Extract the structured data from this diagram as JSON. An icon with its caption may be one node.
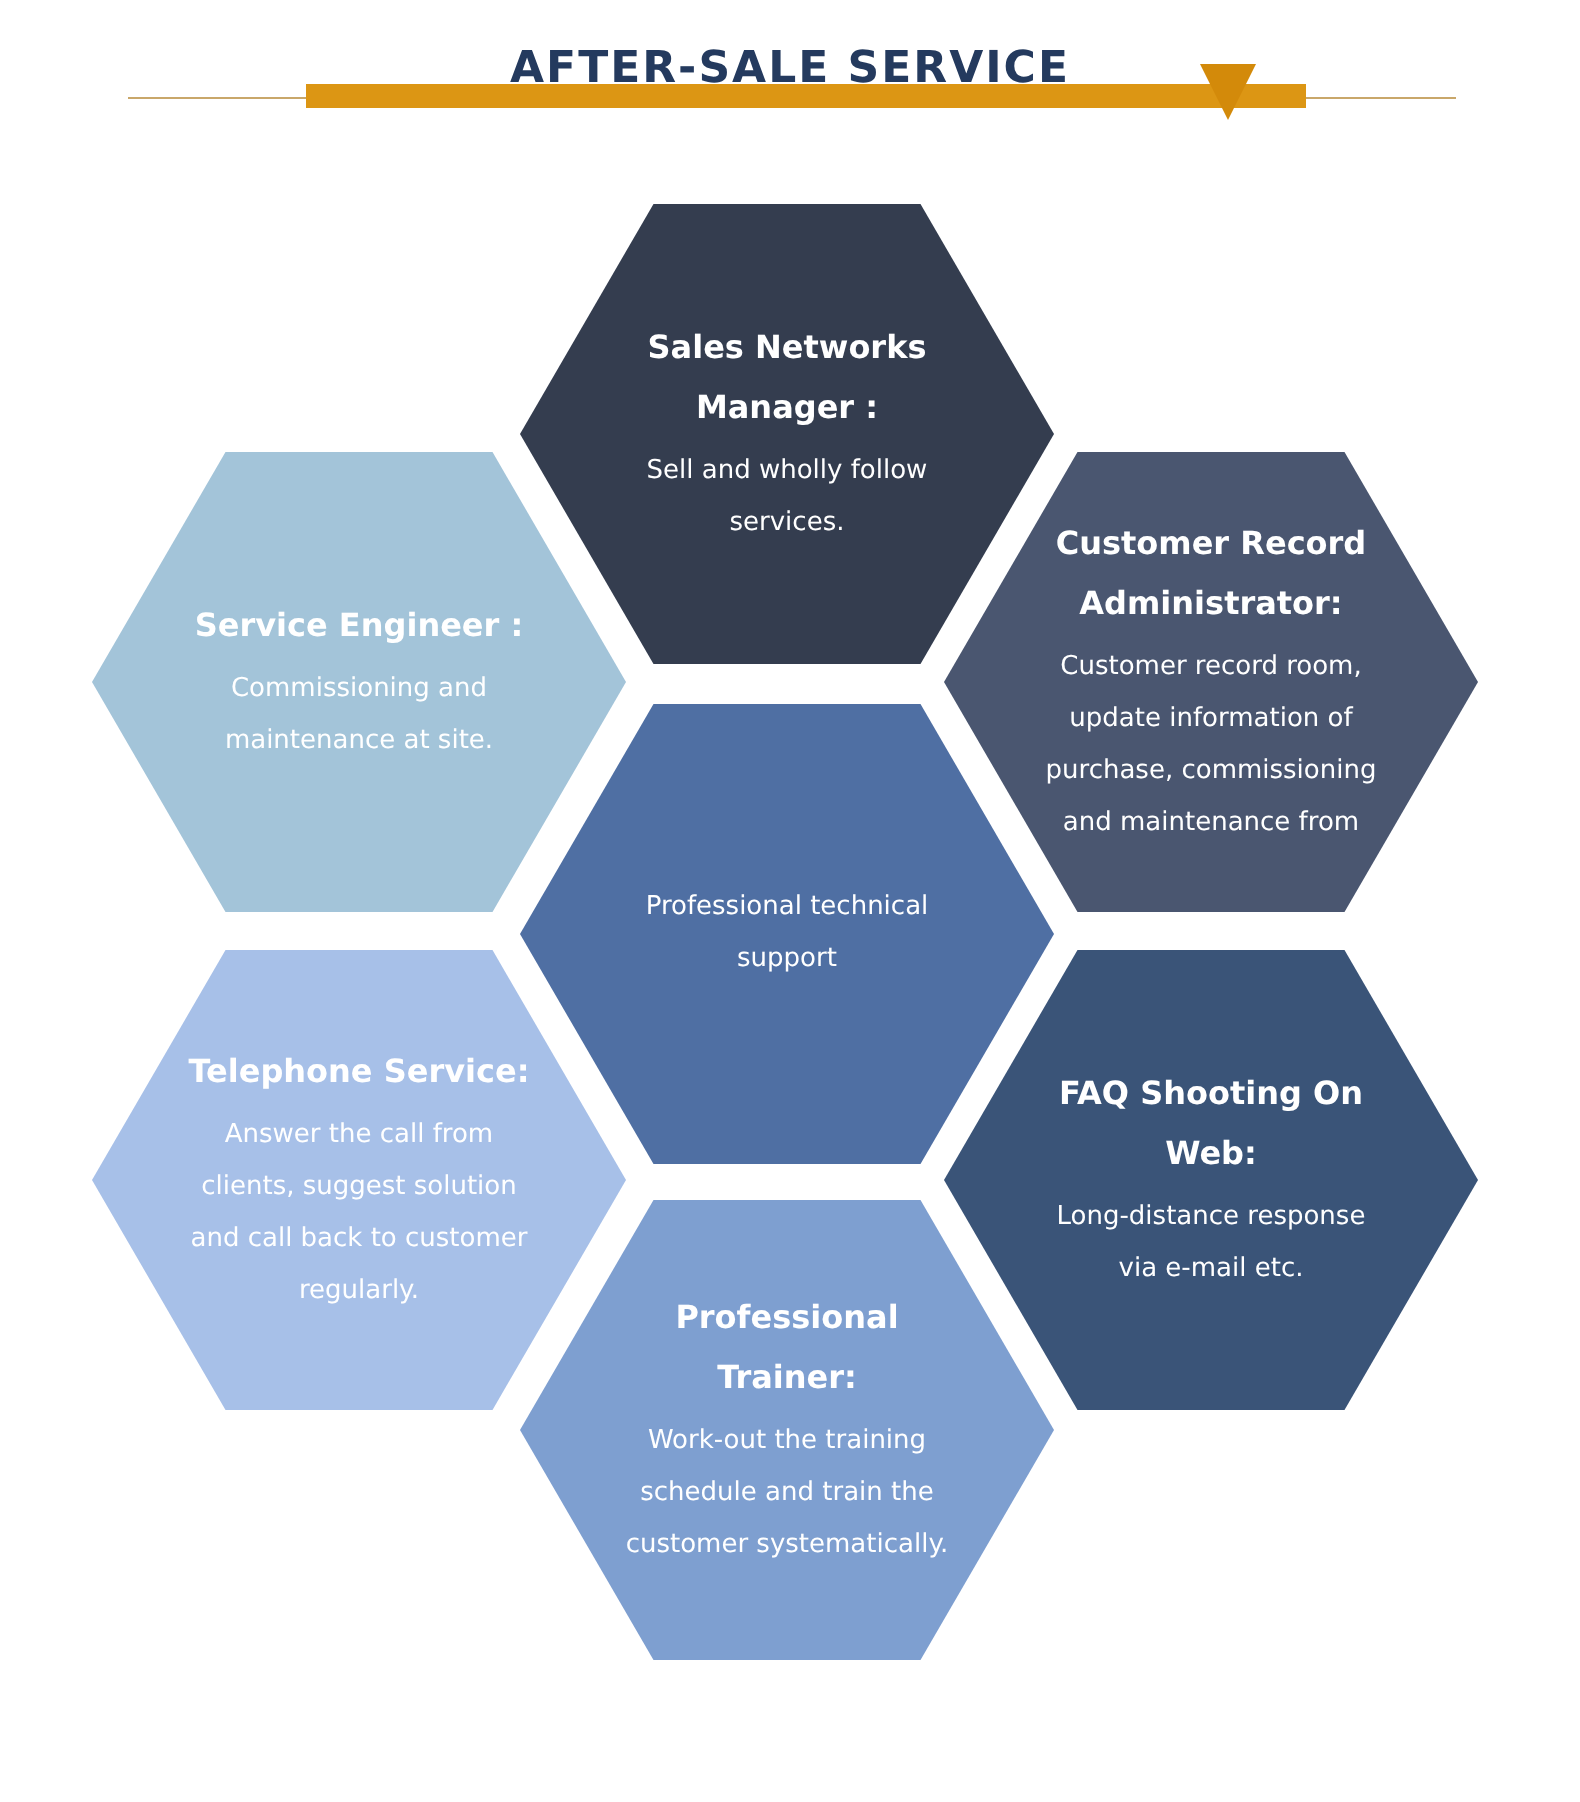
{
  "diagram": {
    "title": "AFTER-SALE SERVICE",
    "nodes": [
      {
        "text": [
          "Sales Networks Manager :",
          "Sell and wholly follow services."
        ]
      },
      {
        "text": [
          "Service Engineer :",
          "Commissioning and maintenance at site."
        ]
      },
      {
        "text": [
          "Customer Record Administrator:",
          "Customer record room, update information of purchase, commissioning and maintenance from"
        ]
      },
      {
        "text": [
          "Professional technical support"
        ]
      },
      {
        "text": [
          "Telephone Service:",
          "Answer the call from clients, suggest solution and call back to customer regularly."
        ]
      },
      {
        "text": [
          "FAQ Shooting On Web:",
          "Long-distance response via e-mail etc."
        ]
      },
      {
        "text": [
          "Professional Trainer:",
          "Work-out the training schedule and train the customer systematically."
        ]
      }
    ],
    "edges": []
  }
}
